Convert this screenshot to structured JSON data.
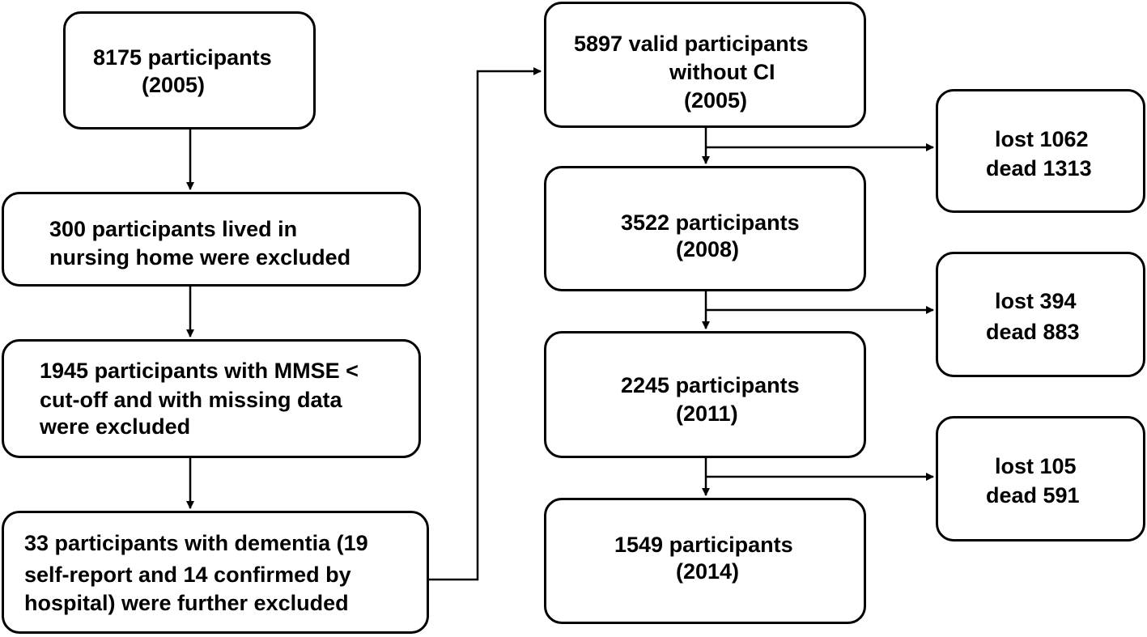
{
  "left_column": {
    "start": {
      "line1": "8175 participants",
      "line2": "(2005)"
    },
    "exclusion_nursing": {
      "line1": "300 participants lived in",
      "line2": "nursing home were excluded"
    },
    "exclusion_mmse": {
      "line1": "1945 participants with MMSE <",
      "line2": "cut-off and with missing data",
      "line3": "were excluded"
    },
    "exclusion_dementia": {
      "line1": "33 participants with dementia (19",
      "line2": "self-report and 14 confirmed by",
      "line3": "hospital) were further excluded"
    }
  },
  "right_column": {
    "valid_2005": {
      "line1": "5897 valid participants",
      "line2": "without CI",
      "line3": "(2005)"
    },
    "wave_2008": {
      "line1": "3522 participants",
      "line2": "(2008)"
    },
    "wave_2011": {
      "line1": "2245 participants",
      "line2": "(2011)"
    },
    "wave_2014": {
      "line1": "1549 participants",
      "line2": "(2014)"
    }
  },
  "attrition": {
    "to_2008": {
      "lost": "lost 1062",
      "dead": "dead 1313"
    },
    "to_2011": {
      "lost": "lost 394",
      "dead": "dead 883"
    },
    "to_2014": {
      "lost": "lost 105",
      "dead": "dead 591"
    }
  }
}
